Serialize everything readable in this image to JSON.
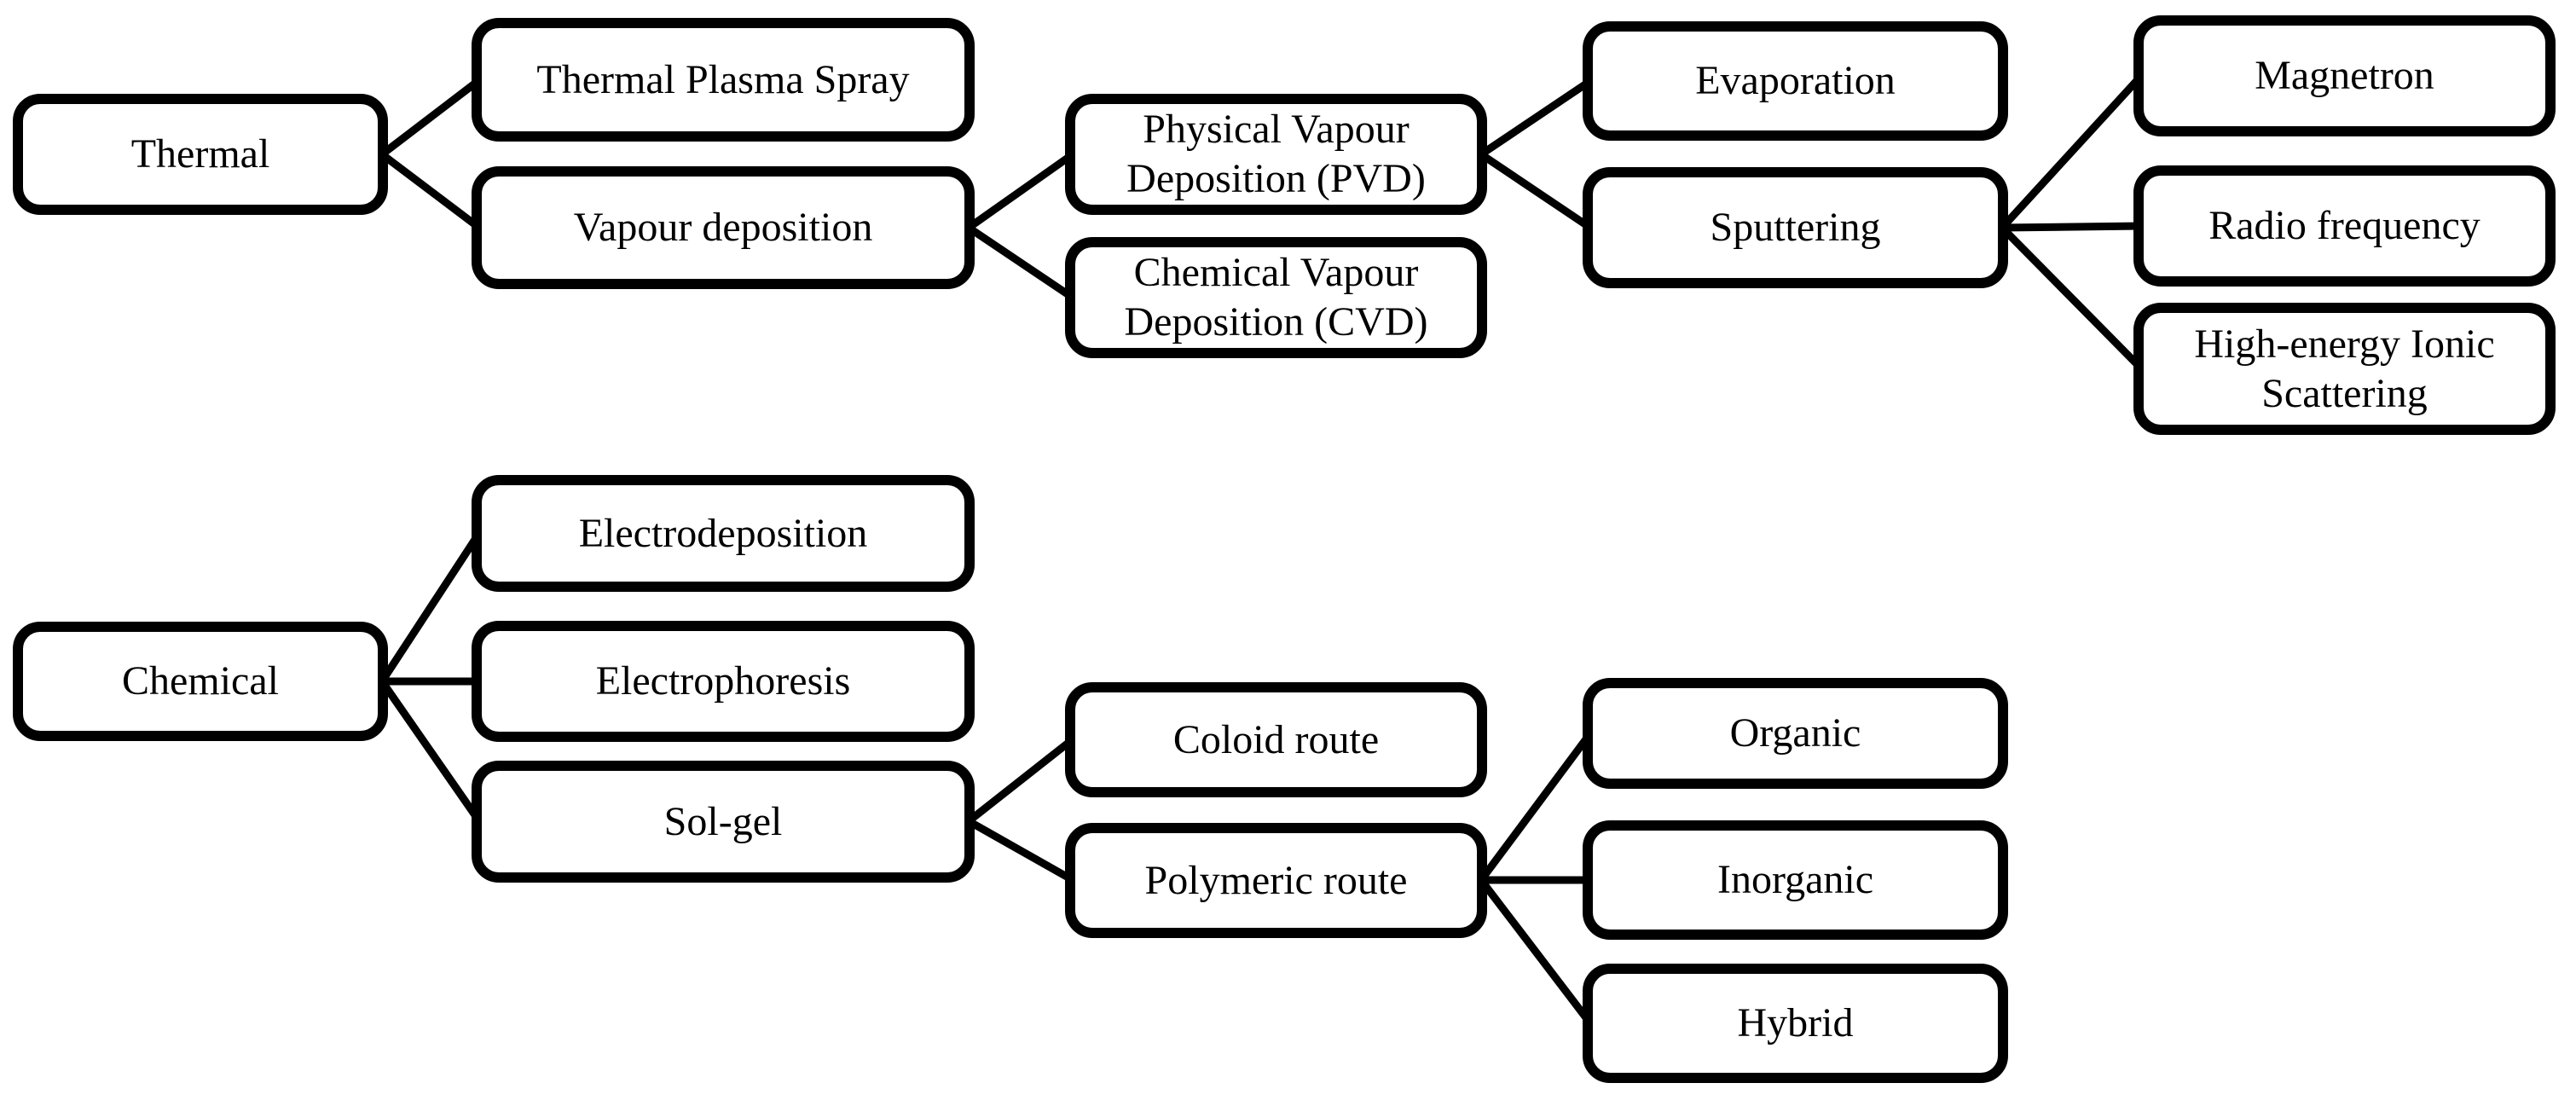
{
  "diagram": {
    "description": "Tree diagram of coating deposition methods, split into Thermal and Chemical routes",
    "colors": {
      "background": "#ffffff",
      "box_fill": "#ffffff",
      "box_border": "#000000",
      "connector": "#000000",
      "text": "#000000"
    },
    "nodes": {
      "thermal": {
        "label": "Thermal"
      },
      "thermal_plasma_spray": {
        "label": "Thermal Plasma Spray"
      },
      "vapour_deposition": {
        "label": "Vapour deposition"
      },
      "pvd": {
        "label": "Physical Vapour Deposition (PVD)"
      },
      "cvd": {
        "label": "Chemical Vapour Deposition (CVD)"
      },
      "evaporation": {
        "label": "Evaporation"
      },
      "sputtering": {
        "label": "Sputtering"
      },
      "magnetron": {
        "label": "Magnetron"
      },
      "radio_frequency": {
        "label": "Radio frequency"
      },
      "high_energy_ionic_scattering": {
        "label": "High-energy Ionic Scattering"
      },
      "chemical": {
        "label": "Chemical"
      },
      "electrodeposition": {
        "label": "Electrodeposition"
      },
      "electrophoresis": {
        "label": "Electrophoresis"
      },
      "sol_gel": {
        "label": "Sol-gel"
      },
      "coloid_route": {
        "label": "Coloid route"
      },
      "polymeric_route": {
        "label": "Polymeric route"
      },
      "organic": {
        "label": "Organic"
      },
      "inorganic": {
        "label": "Inorganic"
      },
      "hybrid": {
        "label": "Hybrid"
      }
    },
    "edges": [
      {
        "from": "thermal",
        "to": "thermal_plasma_spray"
      },
      {
        "from": "thermal",
        "to": "vapour_deposition"
      },
      {
        "from": "vapour_deposition",
        "to": "pvd"
      },
      {
        "from": "vapour_deposition",
        "to": "cvd"
      },
      {
        "from": "pvd",
        "to": "evaporation"
      },
      {
        "from": "pvd",
        "to": "sputtering"
      },
      {
        "from": "sputtering",
        "to": "magnetron"
      },
      {
        "from": "sputtering",
        "to": "radio_frequency"
      },
      {
        "from": "sputtering",
        "to": "high_energy_ionic_scattering"
      },
      {
        "from": "chemical",
        "to": "electrodeposition"
      },
      {
        "from": "chemical",
        "to": "electrophoresis"
      },
      {
        "from": "chemical",
        "to": "sol_gel"
      },
      {
        "from": "sol_gel",
        "to": "coloid_route"
      },
      {
        "from": "sol_gel",
        "to": "polymeric_route"
      },
      {
        "from": "polymeric_route",
        "to": "organic"
      },
      {
        "from": "polymeric_route",
        "to": "inorganic"
      },
      {
        "from": "polymeric_route",
        "to": "hybrid"
      }
    ]
  }
}
